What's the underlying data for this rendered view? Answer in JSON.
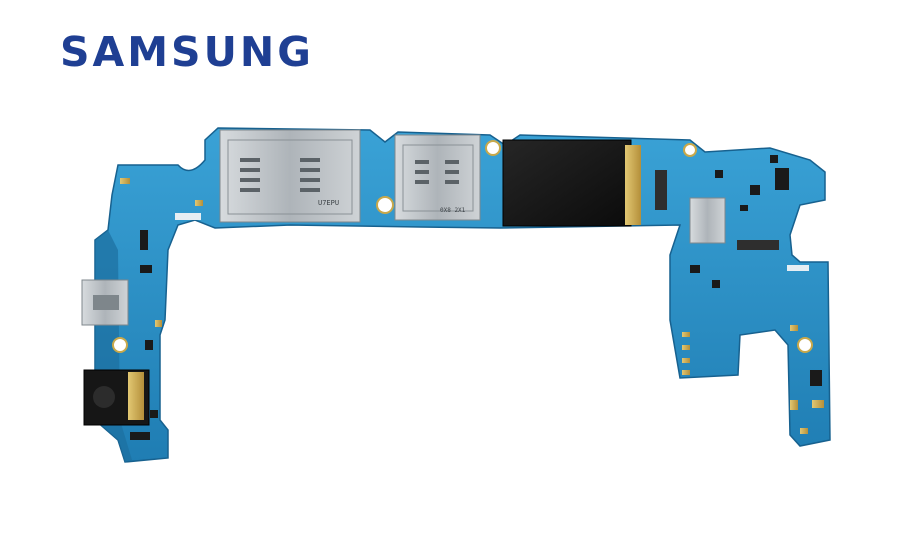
{
  "brand": {
    "logo_text": "SAMSUNG",
    "logo_color": "#1f3f93"
  },
  "board": {
    "description_icon": "pcb-mainboard-photo",
    "pcb_color": "#2a8fc4",
    "pcb_dark": "#1d6d9e",
    "gold_color": "#c8a84a",
    "silver_color": "#b9bfc4",
    "chip_color": "#151515",
    "sim_tray_1_text": "U7EPU",
    "sim_tray_2_text": "0X8 2X1"
  }
}
